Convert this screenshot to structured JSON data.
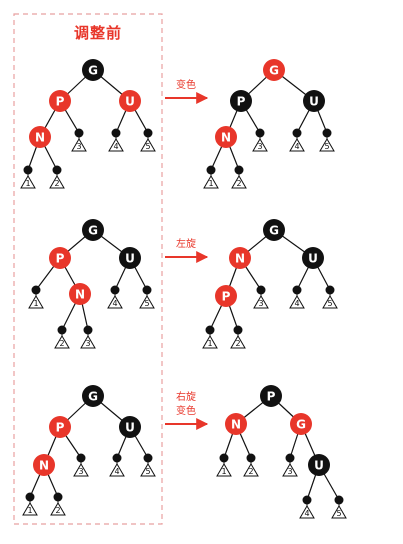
{
  "before_box": {
    "title": "调整前",
    "border_color": "#e8a0a0"
  },
  "colors": {
    "red": "#e8362a",
    "black": "#111111",
    "arrow": "#e8362a",
    "leaf_fill": "#ffffff"
  },
  "rows": [
    {
      "operation": [
        "变色"
      ],
      "before": {
        "nodes": [
          {
            "id": "G",
            "label": "G",
            "color": "black"
          },
          {
            "id": "P",
            "label": "P",
            "color": "red"
          },
          {
            "id": "U",
            "label": "U",
            "color": "red"
          },
          {
            "id": "N",
            "label": "N",
            "color": "red"
          },
          {
            "id": "d3",
            "color": "black"
          },
          {
            "id": "d4",
            "color": "black"
          },
          {
            "id": "d5",
            "color": "black"
          },
          {
            "id": "d1",
            "color": "black"
          },
          {
            "id": "d2",
            "color": "black"
          }
        ],
        "edges": [
          [
            "G",
            "P"
          ],
          [
            "G",
            "U"
          ],
          [
            "P",
            "N"
          ],
          [
            "P",
            "d3"
          ],
          [
            "U",
            "d4"
          ],
          [
            "U",
            "d5"
          ],
          [
            "N",
            "d1"
          ],
          [
            "N",
            "d2"
          ]
        ],
        "subtrees": [
          {
            "attach": "d1",
            "label": "1"
          },
          {
            "attach": "d2",
            "label": "2"
          },
          {
            "attach": "d3",
            "label": "3"
          },
          {
            "attach": "d4",
            "label": "4"
          },
          {
            "attach": "d5",
            "label": "5"
          }
        ]
      },
      "after": {
        "nodes": [
          {
            "id": "G",
            "label": "G",
            "color": "red"
          },
          {
            "id": "P",
            "label": "P",
            "color": "black"
          },
          {
            "id": "U",
            "label": "U",
            "color": "black"
          },
          {
            "id": "N",
            "label": "N",
            "color": "red"
          },
          {
            "id": "d3",
            "color": "black"
          },
          {
            "id": "d4",
            "color": "black"
          },
          {
            "id": "d5",
            "color": "black"
          },
          {
            "id": "d1",
            "color": "black"
          },
          {
            "id": "d2",
            "color": "black"
          }
        ],
        "edges": [
          [
            "G",
            "P"
          ],
          [
            "G",
            "U"
          ],
          [
            "P",
            "N"
          ],
          [
            "P",
            "d3"
          ],
          [
            "U",
            "d4"
          ],
          [
            "U",
            "d5"
          ],
          [
            "N",
            "d1"
          ],
          [
            "N",
            "d2"
          ]
        ],
        "subtrees": [
          {
            "attach": "d1",
            "label": "1"
          },
          {
            "attach": "d2",
            "label": "2"
          },
          {
            "attach": "d3",
            "label": "3"
          },
          {
            "attach": "d4",
            "label": "4"
          },
          {
            "attach": "d5",
            "label": "5"
          }
        ]
      }
    },
    {
      "operation": [
        "左旋"
      ],
      "before": {
        "nodes": [
          {
            "id": "G",
            "label": "G",
            "color": "black"
          },
          {
            "id": "P",
            "label": "P",
            "color": "red"
          },
          {
            "id": "U",
            "label": "U",
            "color": "black"
          },
          {
            "id": "N",
            "label": "N",
            "color": "red"
          },
          {
            "id": "d1",
            "color": "black"
          },
          {
            "id": "d4",
            "color": "black"
          },
          {
            "id": "d5",
            "color": "black"
          },
          {
            "id": "d2",
            "color": "black"
          },
          {
            "id": "d3",
            "color": "black"
          }
        ],
        "edges": [
          [
            "G",
            "P"
          ],
          [
            "G",
            "U"
          ],
          [
            "P",
            "d1"
          ],
          [
            "P",
            "N"
          ],
          [
            "U",
            "d4"
          ],
          [
            "U",
            "d5"
          ],
          [
            "N",
            "d2"
          ],
          [
            "N",
            "d3"
          ]
        ],
        "subtrees": [
          {
            "attach": "d1",
            "label": "1"
          },
          {
            "attach": "d2",
            "label": "2"
          },
          {
            "attach": "d3",
            "label": "3"
          },
          {
            "attach": "d4",
            "label": "4"
          },
          {
            "attach": "d5",
            "label": "5"
          }
        ]
      },
      "after": {
        "nodes": [
          {
            "id": "G",
            "label": "G",
            "color": "black"
          },
          {
            "id": "N",
            "label": "N",
            "color": "red"
          },
          {
            "id": "U",
            "label": "U",
            "color": "black"
          },
          {
            "id": "P",
            "label": "P",
            "color": "red"
          },
          {
            "id": "d3",
            "color": "black"
          },
          {
            "id": "d4",
            "color": "black"
          },
          {
            "id": "d5",
            "color": "black"
          },
          {
            "id": "d1",
            "color": "black"
          },
          {
            "id": "d2",
            "color": "black"
          }
        ],
        "edges": [
          [
            "G",
            "N"
          ],
          [
            "G",
            "U"
          ],
          [
            "N",
            "P"
          ],
          [
            "N",
            "d3"
          ],
          [
            "U",
            "d4"
          ],
          [
            "U",
            "d5"
          ],
          [
            "P",
            "d1"
          ],
          [
            "P",
            "d2"
          ]
        ],
        "subtrees": [
          {
            "attach": "d1",
            "label": "1"
          },
          {
            "attach": "d2",
            "label": "2"
          },
          {
            "attach": "d3",
            "label": "3"
          },
          {
            "attach": "d4",
            "label": "4"
          },
          {
            "attach": "d5",
            "label": "5"
          }
        ]
      }
    },
    {
      "operation": [
        "右旋",
        "变色"
      ],
      "before": {
        "nodes": [
          {
            "id": "G",
            "label": "G",
            "color": "black"
          },
          {
            "id": "P",
            "label": "P",
            "color": "red"
          },
          {
            "id": "U",
            "label": "U",
            "color": "black"
          },
          {
            "id": "N",
            "label": "N",
            "color": "red"
          },
          {
            "id": "d3",
            "color": "black"
          },
          {
            "id": "d4",
            "color": "black"
          },
          {
            "id": "d5",
            "color": "black"
          },
          {
            "id": "d1",
            "color": "black"
          },
          {
            "id": "d2",
            "color": "black"
          }
        ],
        "edges": [
          [
            "G",
            "P"
          ],
          [
            "G",
            "U"
          ],
          [
            "P",
            "N"
          ],
          [
            "P",
            "d3"
          ],
          [
            "U",
            "d4"
          ],
          [
            "U",
            "d5"
          ],
          [
            "N",
            "d1"
          ],
          [
            "N",
            "d2"
          ]
        ],
        "subtrees": [
          {
            "attach": "d1",
            "label": "1"
          },
          {
            "attach": "d2",
            "label": "2"
          },
          {
            "attach": "d3",
            "label": "3"
          },
          {
            "attach": "d4",
            "label": "4"
          },
          {
            "attach": "d5",
            "label": "5"
          }
        ]
      },
      "after": {
        "nodes": [
          {
            "id": "P",
            "label": "P",
            "color": "black"
          },
          {
            "id": "N",
            "label": "N",
            "color": "red"
          },
          {
            "id": "G",
            "label": "G",
            "color": "red"
          },
          {
            "id": "d1",
            "color": "black"
          },
          {
            "id": "d2",
            "color": "black"
          },
          {
            "id": "d3",
            "color": "black"
          },
          {
            "id": "U",
            "label": "U",
            "color": "black"
          },
          {
            "id": "d4",
            "color": "black"
          },
          {
            "id": "d5",
            "color": "black"
          }
        ],
        "edges": [
          [
            "P",
            "N"
          ],
          [
            "P",
            "G"
          ],
          [
            "N",
            "d1"
          ],
          [
            "N",
            "d2"
          ],
          [
            "G",
            "d3"
          ],
          [
            "G",
            "U"
          ],
          [
            "U",
            "d4"
          ],
          [
            "U",
            "d5"
          ]
        ],
        "subtrees": [
          {
            "attach": "d1",
            "label": "1"
          },
          {
            "attach": "d2",
            "label": "2"
          },
          {
            "attach": "d3",
            "label": "3"
          },
          {
            "attach": "d4",
            "label": "4"
          },
          {
            "attach": "d5",
            "label": "5"
          }
        ]
      }
    }
  ]
}
